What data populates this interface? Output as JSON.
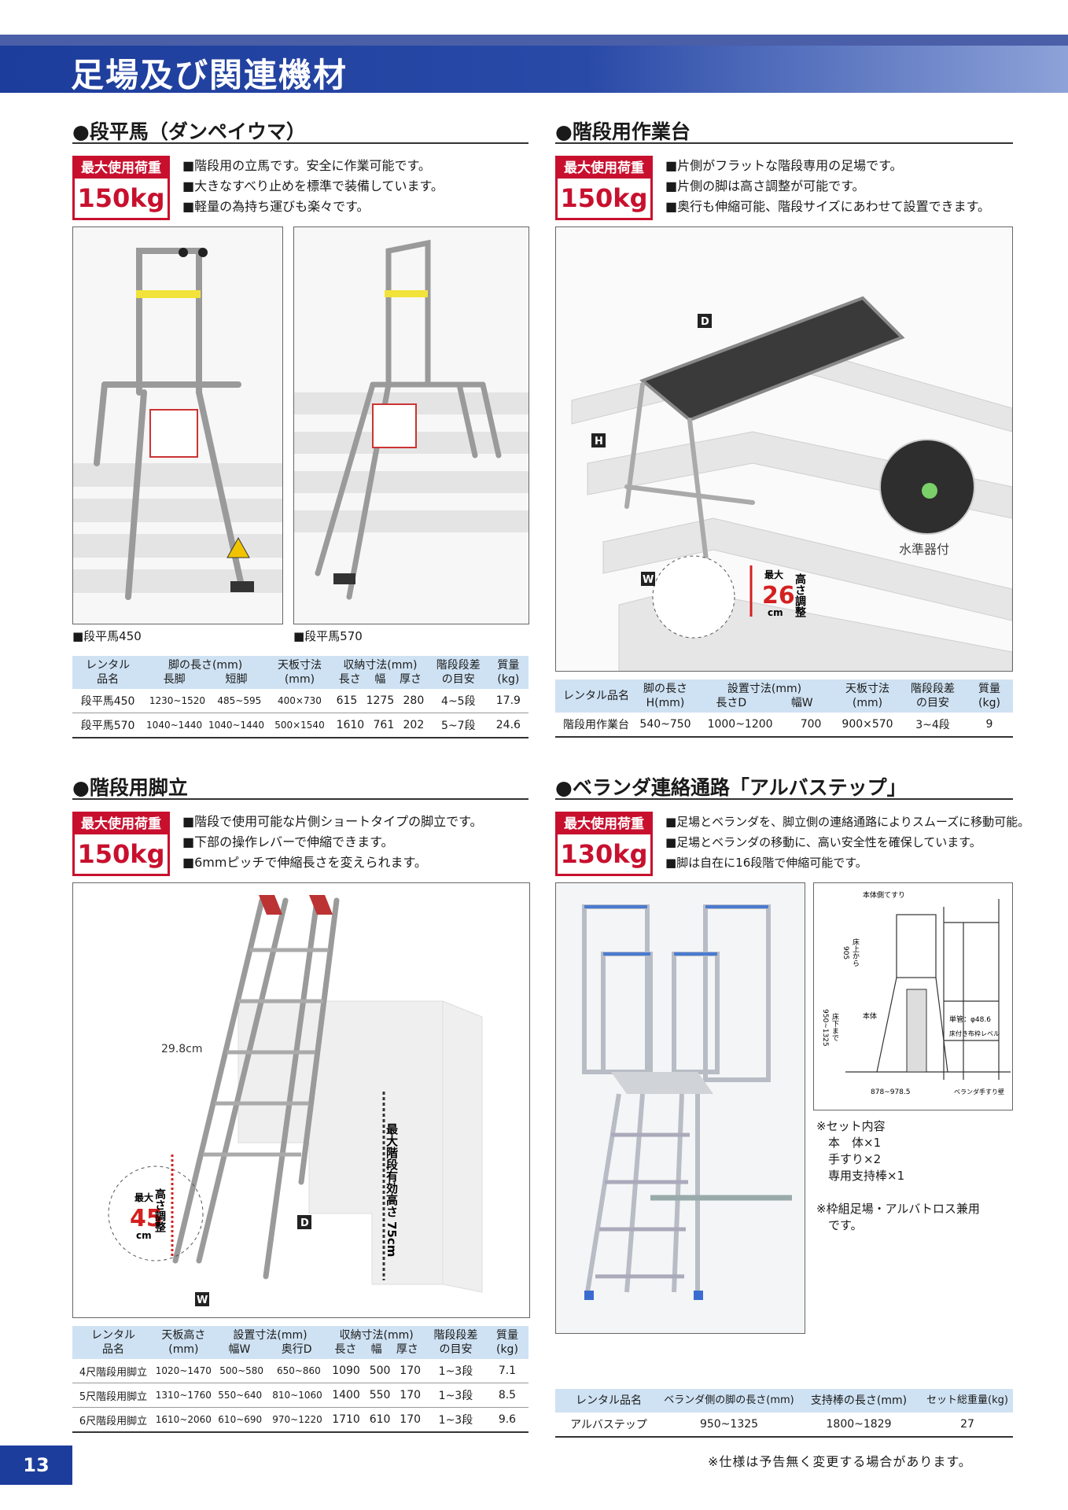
{
  "header": {
    "title": "足場及び関連機材"
  },
  "sections": {
    "dampei": {
      "title": "●段平馬（ダンペイウマ）",
      "load_label": "最大使用荷重",
      "load_value": "150kg",
      "bullets": [
        "■階段用の立馬です。安全に作業可能です。",
        "■大きなすべり止めを標準で装備しています。",
        "■軽量の為持ち運びも楽々です。"
      ],
      "captions": [
        "■段平馬450",
        "■段平馬570"
      ],
      "table": {
        "h_name": "レンタル\n品名",
        "h_leg": "脚の長さ(mm)",
        "h_leg_sub": [
          "長脚",
          "短脚"
        ],
        "h_top": "天板寸法\n(mm)",
        "h_store": "収納寸法(mm)",
        "h_store_sub": [
          "長さ",
          "幅",
          "厚さ"
        ],
        "h_step": "階段段差\nの目安",
        "h_mass": "質量\n(kg)",
        "rows": [
          [
            "段平馬450",
            "1230~1520",
            "485~595",
            "400×730",
            "615",
            "1275",
            "280",
            "4~5段",
            "17.9"
          ],
          [
            "段平馬570",
            "1040~1440",
            "1040~1440",
            "500×1540",
            "1610",
            "761",
            "202",
            "5~7段",
            "24.6"
          ]
        ]
      }
    },
    "kaidan_table": {
      "title": "●階段用作業台",
      "load_label": "最大使用荷重",
      "load_value": "150kg",
      "bullets": [
        "■片側がフラットな階段専用の足場です。",
        "■片側の脚は高さ調整が可能です。",
        "■奥行も伸縮可能、階段サイズにあわせて設置できます。"
      ],
      "photo_labels": {
        "d": "D",
        "h": "H",
        "w": "W",
        "level": "水準器付",
        "max": "最大",
        "num": "26",
        "unit": "cm",
        "adj": "高さ調整"
      },
      "table": {
        "h_name": "レンタル品名",
        "h_leg": "脚の長さ\nH(mm)",
        "h_set": "設置寸法(mm)",
        "h_set_sub": [
          "長さD",
          "幅W"
        ],
        "h_top": "天板寸法\n(mm)",
        "h_step": "階段段差\nの目安",
        "h_mass": "質量\n(kg)",
        "rows": [
          [
            "階段用作業台",
            "540~750",
            "1000~1200",
            "700",
            "900×570",
            "3~4段",
            "9"
          ]
        ]
      }
    },
    "kyatatsu": {
      "title": "●階段用脚立",
      "load_label": "最大使用荷重",
      "load_value": "150kg",
      "bullets": [
        "■階段で使用可能な片側ショートタイプの脚立です。",
        "■下部の操作レバーで伸縮できます。",
        "■6mmピッチで伸縮長さを変えられます。"
      ],
      "photo_labels": {
        "pitch": "29.8cm",
        "max": "最大",
        "num": "45",
        "unit": "cm",
        "adj": "高さ調整",
        "stair": "最大階段有効高さ",
        "stair_val": "75cm",
        "d": "D",
        "w": "W"
      },
      "table": {
        "h_name": "レンタル\n品名",
        "h_top": "天板高さ\n(mm)",
        "h_set": "設置寸法(mm)",
        "h_set_sub": [
          "幅W",
          "奥行D"
        ],
        "h_store": "収納寸法(mm)",
        "h_store_sub": [
          "長さ",
          "幅",
          "厚さ"
        ],
        "h_step": "階段段差\nの目安",
        "h_mass": "質量\n(kg)",
        "rows": [
          [
            "4尺階段用脚立",
            "1020~1470",
            "500~580",
            "650~860",
            "1090",
            "500",
            "170",
            "1~3段",
            "7.1"
          ],
          [
            "5尺階段用脚立",
            "1310~1760",
            "550~640",
            "810~1060",
            "1400",
            "550",
            "170",
            "1~3段",
            "8.5"
          ],
          [
            "6尺階段用脚立",
            "1610~2060",
            "610~690",
            "970~1220",
            "1710",
            "610",
            "170",
            "1~3段",
            "9.6"
          ]
        ]
      }
    },
    "albastep": {
      "title": "●ベランダ連絡通路「アルバステップ」",
      "load_label": "最大使用荷重",
      "load_value": "130kg",
      "bullets": [
        "■足場とベランダを、脚立側の連絡通路によりスムーズに移動可能。",
        "■足場とベランダの移動に、高い安全性を確保しています。",
        "■脚は自在に16段階で伸縮可能です。"
      ],
      "diagram_labels": {
        "rail": "本体側てすり",
        "h905": "905",
        "floor": "床上から",
        "range": "950~1325",
        "floor2": "床下まで",
        "body": "本体",
        "pipe": "単管：φ48.6",
        "level": "床付き布枠レベル",
        "width": "878~978.5",
        "wall": "ベランダ手すり壁"
      },
      "set_note": [
        "※セット内容",
        "　本　体×1",
        "　手すり×2",
        "　専用支持棒×1",
        "",
        "※枠組足場・アルバトロス兼用",
        "　です。"
      ],
      "table": {
        "h_name": "レンタル品名",
        "h_leg": "ベランダ側の脚の長さ(mm)",
        "h_bar": "支持棒の長さ(mm)",
        "h_weight": "セット総重量(kg)",
        "rows": [
          [
            "アルバステップ",
            "950~1325",
            "1800~1829",
            "27"
          ]
        ]
      }
    }
  },
  "page_number": "13",
  "footnote": "※仕様は予告無く変更する場合があります。"
}
